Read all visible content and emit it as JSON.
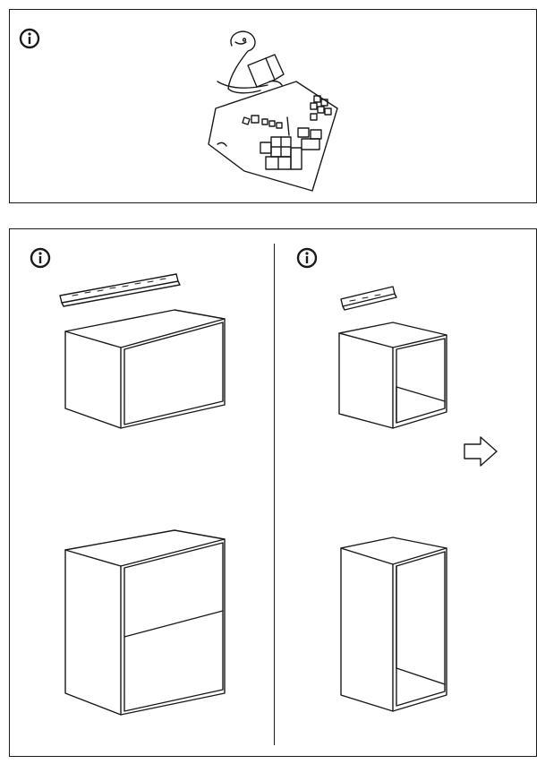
{
  "page": {
    "background": "#ffffff",
    "line_color": "#1a1a1a"
  },
  "icons": {
    "info": "info-circle-icon",
    "reader": "person-reading-icon",
    "plan": "room-plan-sheet-icon",
    "rail": "suspension-rail-icon",
    "arrow": "hollow-right-arrow-icon"
  },
  "panels": {
    "top": {
      "name": "info-reading-plan"
    },
    "bottom": {
      "left": {
        "items": [
          "suspension-rail",
          "wide-cabinet-with-door",
          "tall-cabinet-with-two-doors"
        ]
      },
      "right": {
        "items": [
          "suspension-rail-short",
          "open-square-cabinet",
          "open-tall-cabinet"
        ]
      }
    }
  }
}
